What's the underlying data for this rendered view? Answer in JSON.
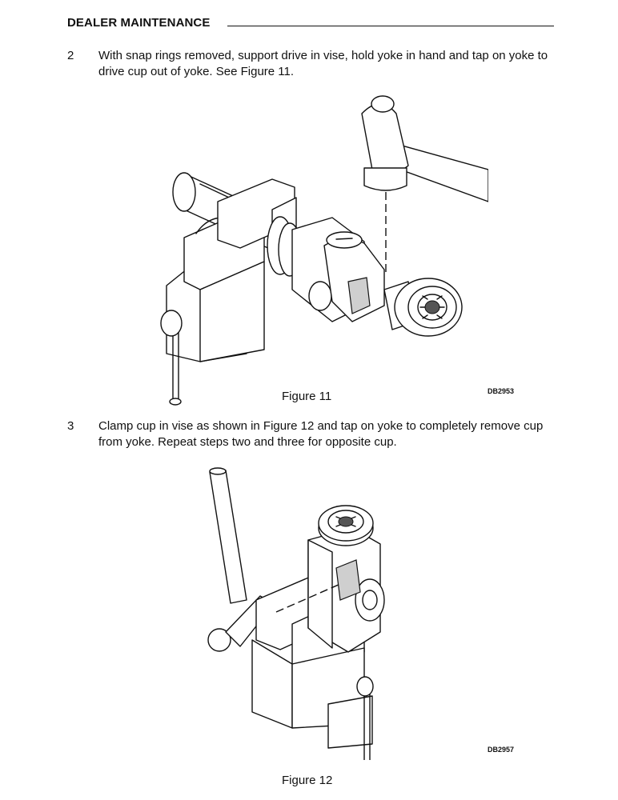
{
  "header": {
    "title": "DEALER MAINTENANCE"
  },
  "steps": [
    {
      "number": "2",
      "text": "With snap rings removed, support drive in vise, hold yoke in hand and tap on yoke to drive cup out of yoke. See Figure 11."
    },
    {
      "number": "3",
      "text": "Clamp cup in vise as shown in Figure 12 and tap on yoke to completely remove cup from yoke. Repeat steps two and three for opposite cup."
    }
  ],
  "figures": [
    {
      "caption": "Figure 11",
      "code": "DB2953"
    },
    {
      "caption": "Figure 12",
      "code": "DB2957"
    }
  ]
}
